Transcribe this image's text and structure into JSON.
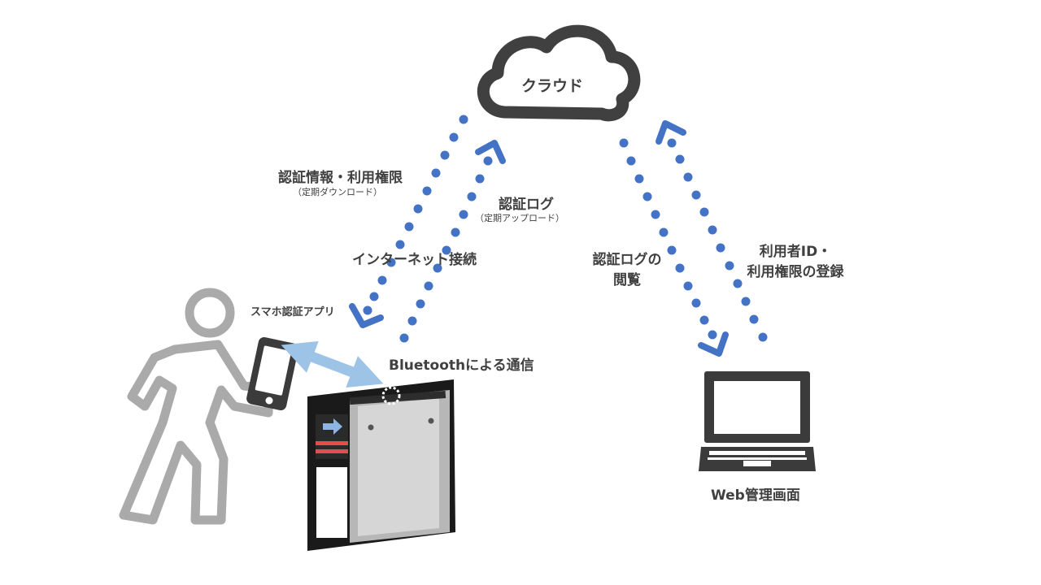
{
  "cloud": {
    "label": "クラウド"
  },
  "phone_side": {
    "download_label": "認証情報・利用権限",
    "download_sub": "（定期ダウンロード）",
    "upload_label": "認証ログ",
    "upload_sub": "（定期アップロード）",
    "internet_label": "インターネット接続",
    "app_label": "スマホ認証アプリ",
    "bluetooth_label": "Bluetoothによる通信"
  },
  "web_side": {
    "view_log_line1": "認証ログの",
    "view_log_line2": "閲覧",
    "register_line1": "利用者ID・",
    "register_line2": "利用権限の登録",
    "laptop_label": "Web管理画面"
  },
  "colors": {
    "dots": "#4472c4",
    "bluetooth_arrow": "#9dc3e6",
    "cloud_stroke": "#404040",
    "person_stroke": "#aaaaaa",
    "device_body": "#1a1a1a",
    "device_red": "#e74c4c"
  }
}
